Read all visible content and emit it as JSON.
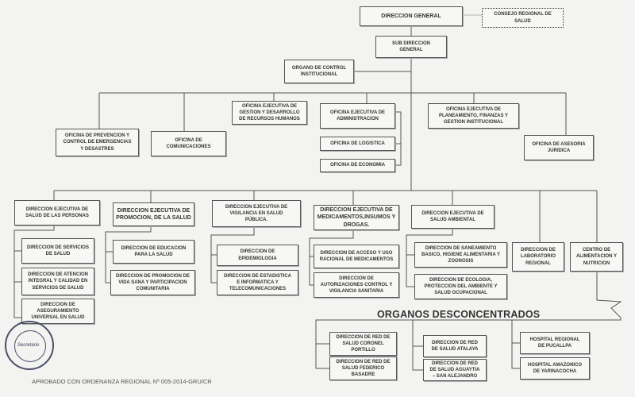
{
  "chart": {
    "direccion_general": "DIRECCION GENERAL",
    "consejo": "CONSEJO REGIONAL DE\nSALUD",
    "sub_direccion": "SUB DIRECCION\nGENERAL",
    "control": "ORGANO DE CONTROL\nINSTITUCIONAL",
    "prevencion": "OFICINA DE PREVENCION Y\nCONTROL DE EMERGENCIAS\nY DESASTRES",
    "comunicaciones": "OFICINA DE\nCOMUNICACIONES",
    "rrhh": "OFICINA EJECUTIVA DE\nGESTION Y DESARROLLO\nDE RECURSOS HUMANOS",
    "administracion": "OFICINA EJECUTIVA DE\nADMINISTRACION",
    "logistica": "OFICINA DE LOGISTICA",
    "economia": "OFICINA DE ECONOMIA",
    "planeamiento": "OFICINA EJECUTIVA DE\nPLANEAMIENTO, FINANZAS Y\nGESTION INSTITUCIONAL",
    "asesoria": "OFICINA DE ASESORIA\nJURIDICA",
    "de_personas": "DIRECCION EJECUTIVA DE\nSALUD DE LAS PERSONAS",
    "servicios": "DIRECCION DE SERVICIOS\nDE SALUD",
    "atencion": "DIRECCION DE ATENCION\nINTEGRAL Y CALIDAD EN\nSERVICIOS DE SALUD",
    "aseguramiento": "DIRECCION DE\nASEGURAMIENTO\nUNIVERSAL EN SALUD",
    "de_promocion": "DIRECCION EJECUTIVA DE\nPROMOCION, DE LA SALUD",
    "educacion": "DIRECCION DE EDUCACION\nPARA LA SALUD",
    "vida_sana": "DIRECCION DE PROMOCION DE\nVIDA SANA Y PARTICIPACION\nCOMUNITARIA",
    "de_vigilancia": "DIRECCION EJECUTIVA DE\nVIGILANCIA EN SALUD\nPÚBLICA.",
    "epidemiologia": "DIRECCION DE\nEPIDEMIOLOGIA",
    "estadistica": "DIRECCION DE ESTADISTICA\nE INFORMATICA Y\nTELECOMUNICACIONES",
    "de_medicamentos": "DIRECCION EJECUTIVA DE\nMEDICAMENTOS,INSUMOS Y\nDROGAS.",
    "acceso": "DIRECCION DE ACCESO Y USO\nRACIONAL DE MEDICAMENTOS",
    "autorizaciones": "DIRECCION DE\nAUTORIZACIONES CONTROL Y\nVIGILANCIA SANITARIA",
    "de_ambiental": "DIRECCION EJECUTIVA DE\nSALUD AMBIENTAL",
    "saneamiento": "DIRECCION DE SANEAMIENTO\nBASICO, HIGIENE ALIMENTARIA Y\nZOONOSIS",
    "ecologia": "DIRECCION DE ECOLOGIA,\nPROTECCION DEL AMBIENTE Y\nSALUD OCUPACIONAL",
    "laboratorio": "DIRECCION DE\nLABORATORIO\nREGIONAL",
    "alimentacion": "CENTRO DE\nALIMENTACION Y\nNUTRICION",
    "organos_title": "ORGANOS DESCONCENTRADOS",
    "red_portillo": "DIRECCION DE RED DE\nSALUD CORONEL\nPORTILLO",
    "red_basadre": "DIRECCION DE RED DE\nSALUD FEDERICO\nBASADRE",
    "red_atalaya": "DIRECCION DE RED\nDE SALUD ATALAYA",
    "red_aguaytia": "DIRECCION DE RED\nDE SALUD AGUAYTIA\n– SAN ALEJANDRO",
    "hosp_pucallpa": "HOSPITAL REGIONAL\nDE PUCALLPA",
    "hosp_yarinacocha": "HOSPITAL AMAZONICO\nDE YARINACOCHA"
  },
  "footer": "APROBADO CON ORDENANZA REGIONAL Nº 005-2014-GRU/CR",
  "stamp_text": "Secretario"
}
